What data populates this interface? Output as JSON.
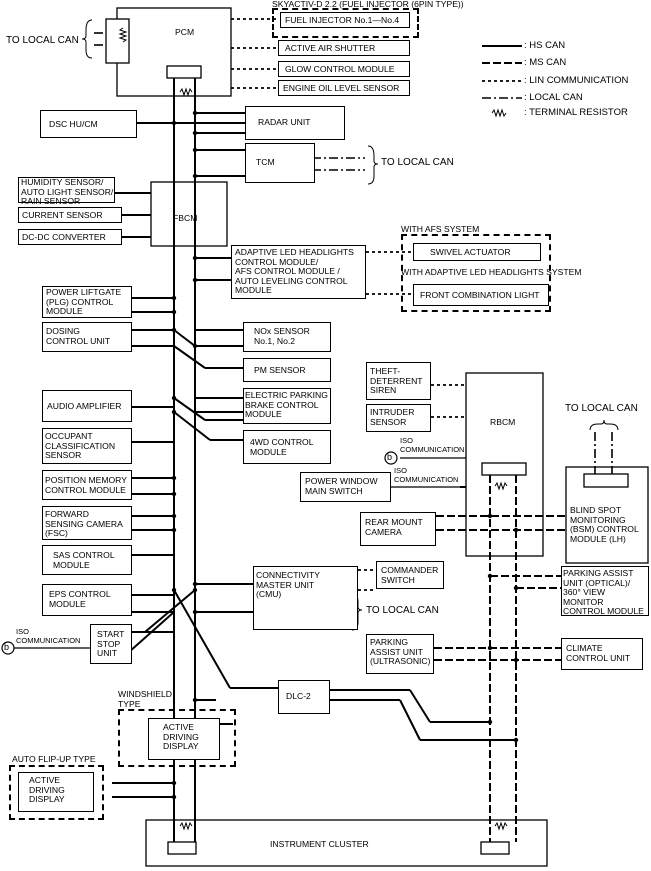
{
  "header": {
    "skyactiv_note": "SKYACTIV-D 2.2 (FUEL INJECTOR (6PIN TYPE))"
  },
  "legend": {
    "hs_can": ": HS CAN",
    "ms_can": ": MS CAN",
    "lin": ": LIN COMMUNICATION",
    "local_can": ": LOCAL CAN",
    "terminal": ": TERMINAL RESISTOR"
  },
  "modules": {
    "pcm": "PCM",
    "fuel_injector": "FUEL INJECTOR No.1—No.4",
    "active_air_shutter": "ACTIVE AIR SHUTTER",
    "glow_control": "GLOW CONTROL MODULE",
    "engine_oil": "ENGINE OIL LEVEL SENSOR",
    "dsc": "DSC HU/CM",
    "radar": "RADAR UNIT",
    "tcm": "TCM",
    "humidity": "HUMIDITY SENSOR/\nAUTO LIGHT SENSOR/\nRAIN SENSOR",
    "current": "CURRENT SENSOR",
    "dcdc": "DC-DC CONVERTER",
    "fbcm": "FBCM",
    "adaptive_led": "ADAPTIVE LED HEADLIGHTS\nCONTROL MODULE/\nAFS CONTROL MODULE /\nAUTO LEVELING CONTROL\nMODULE",
    "afs_system": "WITH AFS SYSTEM",
    "swivel": "SWIVEL ACTUATOR",
    "adaptive_system": "WITH ADAPTIVE LED HEADLIGHTS SYSTEM",
    "front_comb": "FRONT COMBINATION LIGHT",
    "power_liftgate": "POWER LIFTGATE\n(PLG) CONTROL\nMODULE",
    "dosing": "DOSING\nCONTROL UNIT",
    "nox": "NOx SENSOR\nNo.1, No.2",
    "pm": "PM SENSOR",
    "audio": "AUDIO AMPLIFIER",
    "epb": "ELECTRIC PARKING\nBRAKE CONTROL\nMODULE",
    "fourwd": "4WD CONTROL\nMODULE",
    "occupant": "OCCUPANT\nCLASSIFICATION\nSENSOR",
    "position_memory": "POSITION MEMORY\nCONTROL MODULE",
    "forward_camera": "FORWARD\nSENSING CAMERA\n(FSC)",
    "sas": "SAS CONTROL\nMODULE",
    "eps": "EPS CONTROL\nMODULE",
    "start_stop": "START\nSTOP\nUNIT",
    "cmu": "CONNECTIVITY\nMASTER UNIT\n(CMU)",
    "commander": "COMMANDER\nSWITCH",
    "dlc": "DLC-2",
    "windshield": "WINDSHIELD\nTYPE",
    "active_display1": "ACTIVE\nDRIVING\nDISPLAY",
    "auto_flip": "AUTO FLIP-UP TYPE",
    "active_display2": "ACTIVE\nDRIVING\nDISPLAY",
    "instrument": "INSTRUMENT CLUSTER",
    "theft": "THEFT-\nDETERRENT\nSIREN",
    "intruder": "INTRUDER\nSENSOR",
    "rbcm": "RBCM",
    "power_window": "POWER WINDOW\nMAIN SWITCH",
    "rear_camera": "REAR MOUNT\nCAMERA",
    "bsm": "BLIND SPOT\nMONITORING\n(BSM) CONTROL\nMODULE (LH)",
    "parking_optical": "PARKING ASSIST\nUNIT (OPTICAL)/\n360° VIEW\nMONITOR\nCONTROL MODULE",
    "parking_ultra": "PARKING\nASSIST UNIT\n(ULTRASONIC)",
    "climate": "CLIMATE\nCONTROL UNIT"
  },
  "notes": {
    "to_local_can_1": "TO LOCAL CAN",
    "to_local_can_2": "TO LOCAL CAN",
    "to_local_can_3": "TO LOCAL CAN",
    "to_local_can_4": "TO LOCAL CAN",
    "iso_top": "ISO\nCOMMUNICATION",
    "iso_mid": "ISO\nCOMMUNICATION",
    "iso_left": "ISO\nCOMMUNICATION",
    "b_marker_1": "b",
    "b_marker_2": "b"
  }
}
